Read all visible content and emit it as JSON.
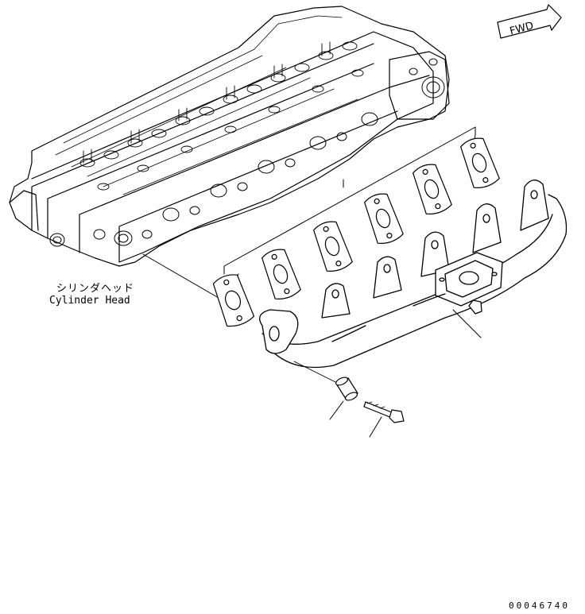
{
  "direction_marker": {
    "text": "FWD"
  },
  "callouts": {
    "cylinder_head_jp": "シリンダヘッド",
    "cylinder_head_en": "Cylinder Head"
  },
  "figure_number": "00046740",
  "colors": {
    "line": "#000000",
    "background": "#ffffff"
  }
}
